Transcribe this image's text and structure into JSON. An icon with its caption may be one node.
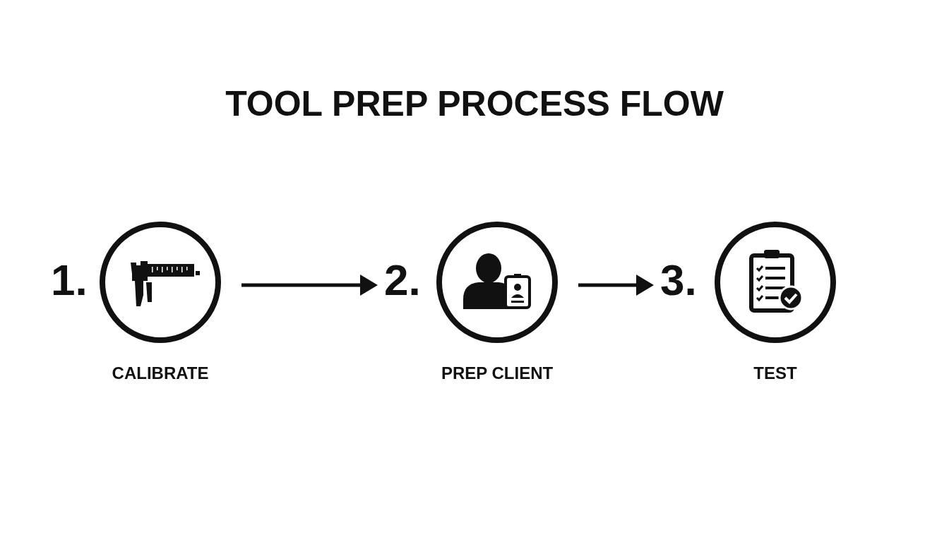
{
  "diagram": {
    "title": "TOOL PREP PROCESS FLOW",
    "nodes": [
      {
        "text": [
          "CALIBRATE"
        ],
        "beside": [
          "1."
        ]
      },
      {
        "text": [
          "PREP CLIENT"
        ],
        "beside": [
          "2."
        ]
      },
      {
        "text": [
          "TEST"
        ],
        "beside": [
          "3."
        ]
      }
    ],
    "edges": [
      {
        "from": 0,
        "to": 1,
        "arrow": "to"
      },
      {
        "from": 1,
        "to": 2,
        "arrow": "to"
      }
    ]
  }
}
